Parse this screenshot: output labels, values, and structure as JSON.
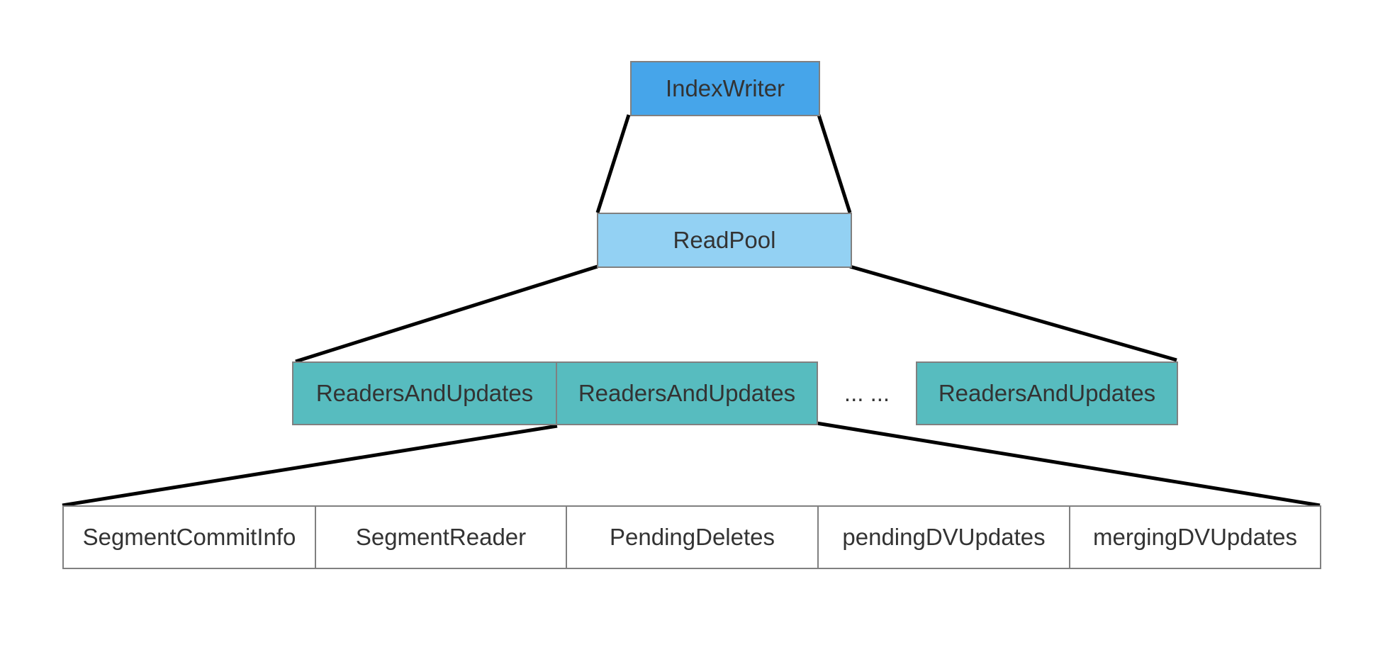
{
  "colors": {
    "index_writer": "#46a5ea",
    "read_pool": "#93d1f3",
    "readers_and_updates": "#57bcbf",
    "segment_fields": "#ffffff",
    "connector": "#000000",
    "border": "#808080"
  },
  "index_writer": {
    "label": "IndexWriter"
  },
  "read_pool": {
    "label": "ReadPool"
  },
  "readers_and_updates": {
    "items": [
      {
        "label": "ReadersAndUpdates"
      },
      {
        "label": "ReadersAndUpdates"
      },
      {
        "label": "ReadersAndUpdates"
      }
    ],
    "ellipsis": "... ..."
  },
  "segment_fields": {
    "items": [
      {
        "label": "SegmentCommitInfo"
      },
      {
        "label": "SegmentReader"
      },
      {
        "label": "PendingDeletes"
      },
      {
        "label": "pendingDVUpdates"
      },
      {
        "label": "mergingDVUpdates"
      }
    ]
  }
}
